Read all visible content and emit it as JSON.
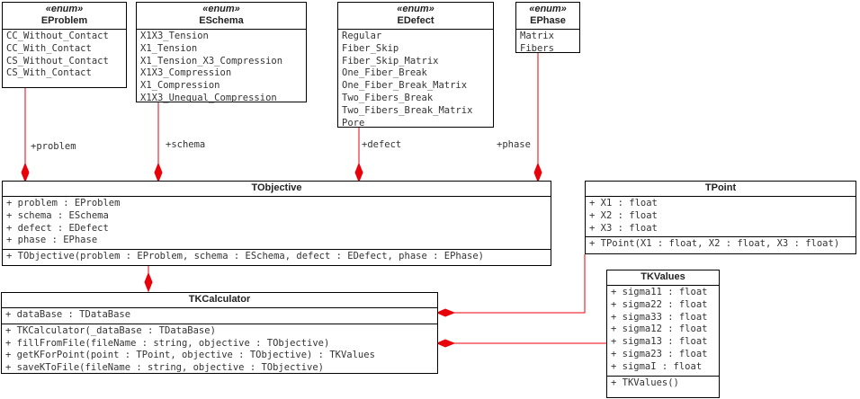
{
  "stereotype": "«enum»",
  "eproblem": {
    "name": "EProblem",
    "values": [
      "CC_Without_Contact",
      "CC_With_Contact",
      "CS_Without_Contact",
      "CS_With_Contact"
    ]
  },
  "eschema": {
    "name": "ESchema",
    "values": [
      "X1X3_Tension",
      "X1_Tension",
      "X1_Tension_X3_Compression",
      "X1X3_Compression",
      "X1_Compression",
      "X1X3_Unequal_Compression"
    ]
  },
  "edefect": {
    "name": "EDefect",
    "values": [
      "Regular",
      "Fiber_Skip",
      "Fiber_Skip_Matrix",
      "One_Fiber_Break",
      "One_Fiber_Break_Matrix",
      "Two_Fibers_Break",
      "Two_Fibers_Break_Matrix",
      "Pore"
    ]
  },
  "ephase": {
    "name": "EPhase",
    "values": [
      "Matrix",
      "Fibers"
    ]
  },
  "tobjective": {
    "name": "TObjective",
    "attributes": [
      "+ problem : EProblem",
      "+ schema : ESchema",
      "+ defect : EDefect",
      "+ phase : EPhase"
    ],
    "operations": [
      "+ TObjective(problem : EProblem, schema : ESchema, defect : EDefect, phase : EPhase)"
    ]
  },
  "tpoint": {
    "name": "TPoint",
    "attributes": [
      "+ X1 : float",
      "+ X2 : float",
      "+ X3 : float"
    ],
    "operations": [
      "+ TPoint(X1 : float, X2 : float, X3 : float)"
    ]
  },
  "tkcalculator": {
    "name": "TKCalculator",
    "attributes": [
      "+ dataBase : TDataBase"
    ],
    "operations": [
      "+ TKCalculator(_dataBase : TDataBase)",
      "+ fillFromFile(fileName : string, objective : TObjective)",
      "+ getKForPoint(point : TPoint, objective : TObjective) : TKValues",
      "+ saveKToFile(fileName : string, objective : TObjective)"
    ]
  },
  "tkvalues": {
    "name": "TKValues",
    "attributes": [
      "+ sigma11 : float",
      "+ sigma22 : float",
      "+ sigma33 : float",
      "+ sigma12 : float",
      "+ sigma13 : float",
      "+ sigma23 : float",
      "+ sigmaI : float"
    ],
    "operations": [
      "+ TKValues()"
    ]
  },
  "associations": {
    "problem": "+problem",
    "schema": "+schema",
    "defect": "+defect",
    "phase": "+phase"
  },
  "colors": {
    "association": "#e8000b",
    "border": "#000000"
  }
}
